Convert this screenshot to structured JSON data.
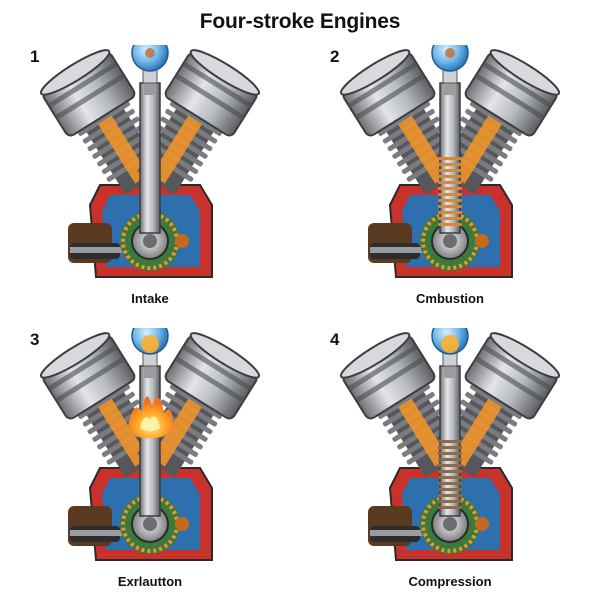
{
  "title": "Four-stroke Engines",
  "panels": [
    {
      "number": "1",
      "label": "Intake",
      "stroke": "intake"
    },
    {
      "number": "2",
      "label": "Cmbustion",
      "stroke": "combustion"
    },
    {
      "number": "3",
      "label": "Exrlautton",
      "stroke": "explosion"
    },
    {
      "number": "4",
      "label": "Compression",
      "stroke": "compression"
    }
  ],
  "colors": {
    "block_red": "#c9312b",
    "block_blue": "#2e6fae",
    "orange_pipe": "#f0932b",
    "spark_bulb": "#6fb6e8",
    "flame": "#f36b1c"
  }
}
